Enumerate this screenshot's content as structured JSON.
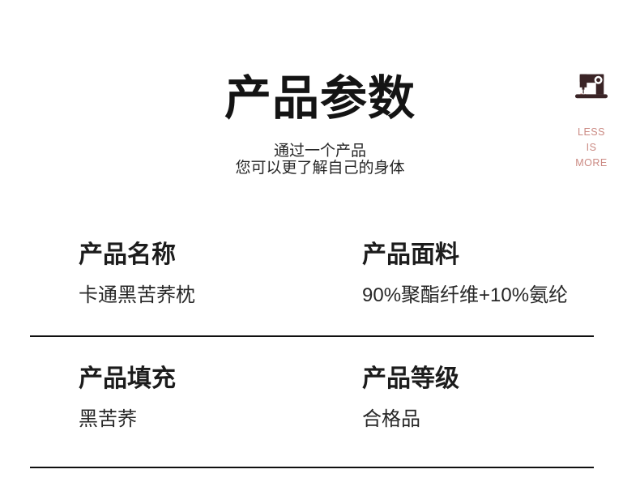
{
  "header": {
    "title": "产品参数",
    "subtitle_lines": [
      "通过一个产品",
      "您可以更了解自己的身体"
    ]
  },
  "decoration": {
    "icon": "sewing-machine-icon",
    "slogan_words": [
      "LESS",
      "IS",
      "MORE"
    ]
  },
  "parameters": [
    {
      "label": "产品名称",
      "value": "卡通黑苦荞枕"
    },
    {
      "label": "产品面料",
      "value": "90%聚酯纤维+10%氨纶"
    },
    {
      "label": "产品填充",
      "value": "黑苦荞"
    },
    {
      "label": "产品等级",
      "value": "合格品"
    }
  ],
  "colors": {
    "background": "#ffffff",
    "text_primary": "#1c1c1c",
    "divider": "#101010",
    "slogan": "#cb8a83",
    "icon": "#3a2426",
    "thread": "#d89a93"
  }
}
